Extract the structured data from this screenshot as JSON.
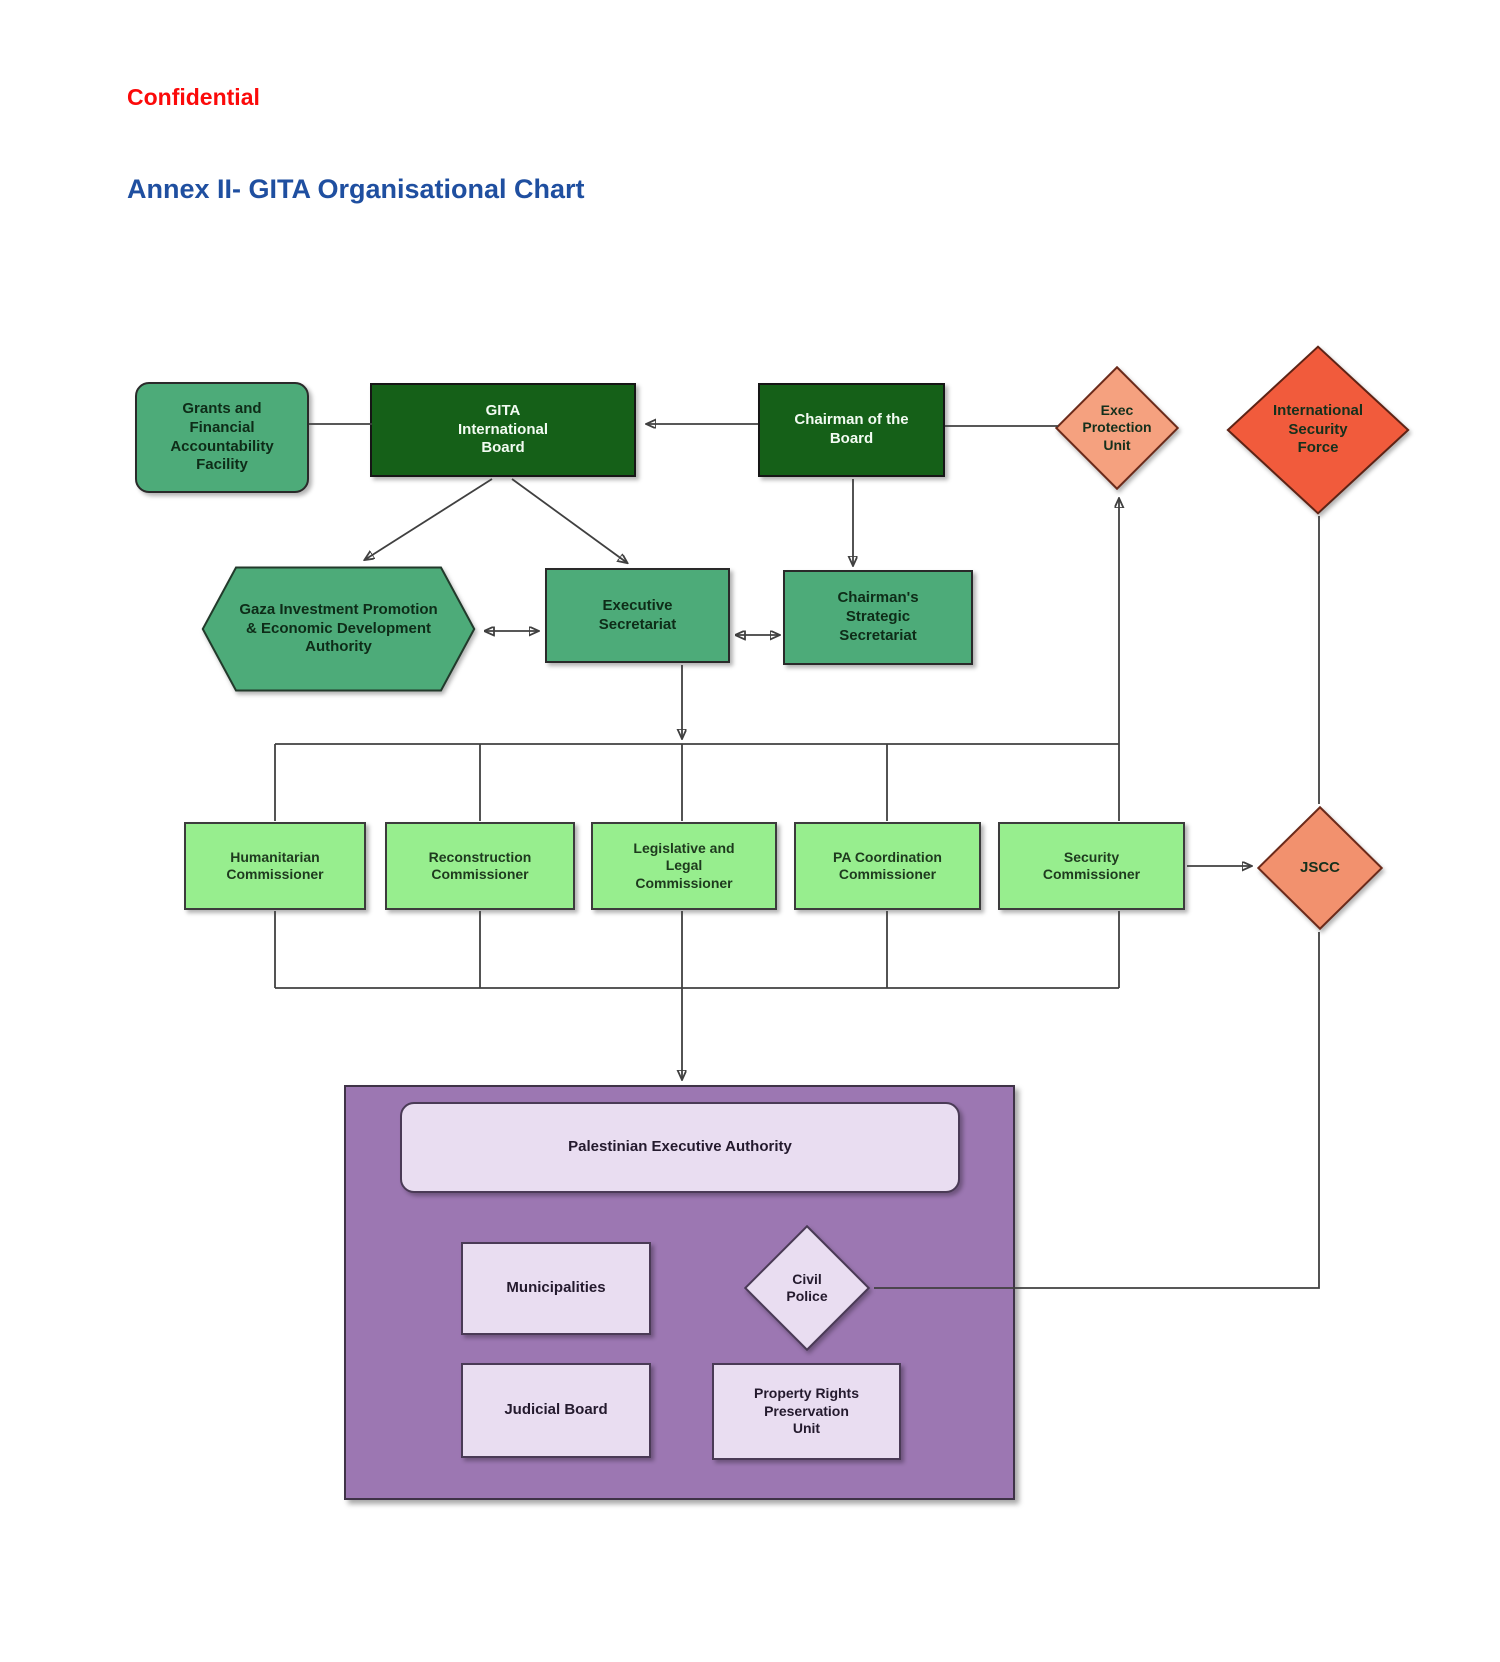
{
  "header": {
    "confidential": "Confidential",
    "title": "Annex II- GITA Organisational Chart"
  },
  "colors": {
    "dark-green": "#156018",
    "mid-green": "#4dab79",
    "light-green": "#97ee8e",
    "salmon": "#f5a17f",
    "salmon-deep": "#f2916e",
    "red-orange": "#f15b3c",
    "purple": "#9c77b2",
    "lavender": "#e9ddf1",
    "line": "#404040",
    "title-blue": "#1f4fa0",
    "conf-red": "#fb0a0a"
  },
  "nodes": {
    "grants": "Grants and\nFinancial\nAccountability\nFacility",
    "gita_board": "GITA\nInternational\nBoard",
    "chairman": "Chairman of the\nBoard",
    "exec_protection": "Exec\nProtection\nUnit",
    "intl_security": "International\nSecurity\nForce",
    "gaza_investment": "Gaza Investment Promotion\n& Economic Development\nAuthority",
    "executive_secretariat": "Executive\nSecretariat",
    "chairman_secretariat": "Chairman's\nStrategic\nSecretariat",
    "commissioners": [
      "Humanitarian\nCommissioner",
      "Reconstruction\nCommissioner",
      "Legislative and\nLegal\nCommissioner",
      "PA Coordination\nCommissioner",
      "Security\nCommissioner"
    ],
    "jscc": "JSCC",
    "pea": "Palestinian Executive Authority",
    "municipalities": "Municipalities",
    "civil_police": "Civil\nPolice",
    "judicial_board": "Judicial Board",
    "property_rights": "Property Rights\nPreservation\nUnit"
  }
}
